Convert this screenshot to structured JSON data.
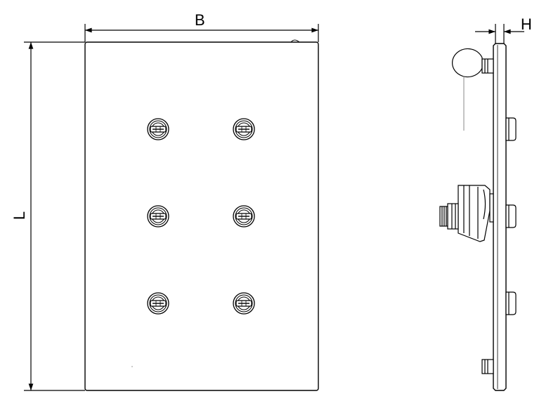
{
  "dimensions": {
    "width_label": "B",
    "length_label": "L",
    "height_label": "H"
  },
  "colors": {
    "line": "#000000",
    "light_line": "#8a8a8a",
    "background": "#ffffff"
  },
  "front_view": {
    "fastener_count": 6,
    "fastener_grid": {
      "columns": 2,
      "rows": 3
    }
  },
  "side_view": {
    "rivet_count": 4
  }
}
